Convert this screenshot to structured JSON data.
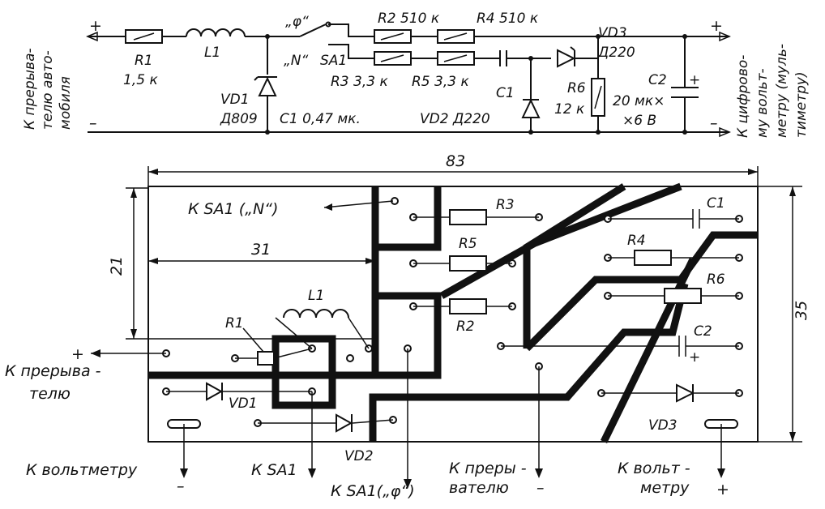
{
  "schematic": {
    "r1": {
      "name": "R1",
      "value": "1,5 к"
    },
    "l1": {
      "name": "L1"
    },
    "vd1": {
      "name": "VD1",
      "value": "Д809"
    },
    "c1": {
      "name": "C1",
      "value": "0,47 мк."
    },
    "r2": {
      "name": "R2",
      "value": "510 к"
    },
    "r4": {
      "name": "R4",
      "value": "510 к"
    },
    "r3": {
      "name": "R3",
      "value": "3,3 к"
    },
    "r5": {
      "name": "R5",
      "value": "3,3 к"
    },
    "c1b": {
      "name": "C1"
    },
    "vd2": {
      "name": "VD2",
      "value": "Д220"
    },
    "vd3": {
      "name": "VD3",
      "value": "Д220"
    },
    "r6": {
      "name": "R6",
      "value": "12 к"
    },
    "c2": {
      "name": "C2",
      "value_line1": "20 мк×",
      "value_line2": "×6 В"
    },
    "sa1": {
      "name": "SA1",
      "pos_n": "„N“",
      "pos_phi": "„φ“"
    },
    "left_caption": [
      "К прерыва-",
      "телю авто-",
      "мобиля"
    ],
    "right_caption": [
      "К цифрово-",
      "му вольт-",
      "метру (муль-",
      "тиметру)"
    ],
    "plus": "+",
    "minus": "–"
  },
  "pcb": {
    "dim_width": "83",
    "dim_height": "35",
    "dim_inner_h": "21",
    "dim_inner_w": "31",
    "labels": {
      "sa1_n": "К SA1 („N“)",
      "r3": "R3",
      "r5": "R5",
      "r2": "R2",
      "r1": "R1",
      "l1": "L1",
      "c1": "C1",
      "r4": "R4",
      "r6": "R6",
      "c2": "C2",
      "c2_plus": "+",
      "vd1": "VD1",
      "vd2": "VD2",
      "vd3": "VD3"
    },
    "left_in": [
      "К прерыва -",
      "телю"
    ],
    "left_in_sign": "+",
    "bottom": {
      "volt_minus": "К вольтметру",
      "sa1": "К SA1",
      "sa1_phi": "К SA1(„φ“)",
      "brk_line1": "К преры -",
      "brk_line2": "вателю",
      "volt_plus_line1": "К вольт -",
      "volt_plus_line2": "метру",
      "minus": "–",
      "plus": "+"
    }
  }
}
